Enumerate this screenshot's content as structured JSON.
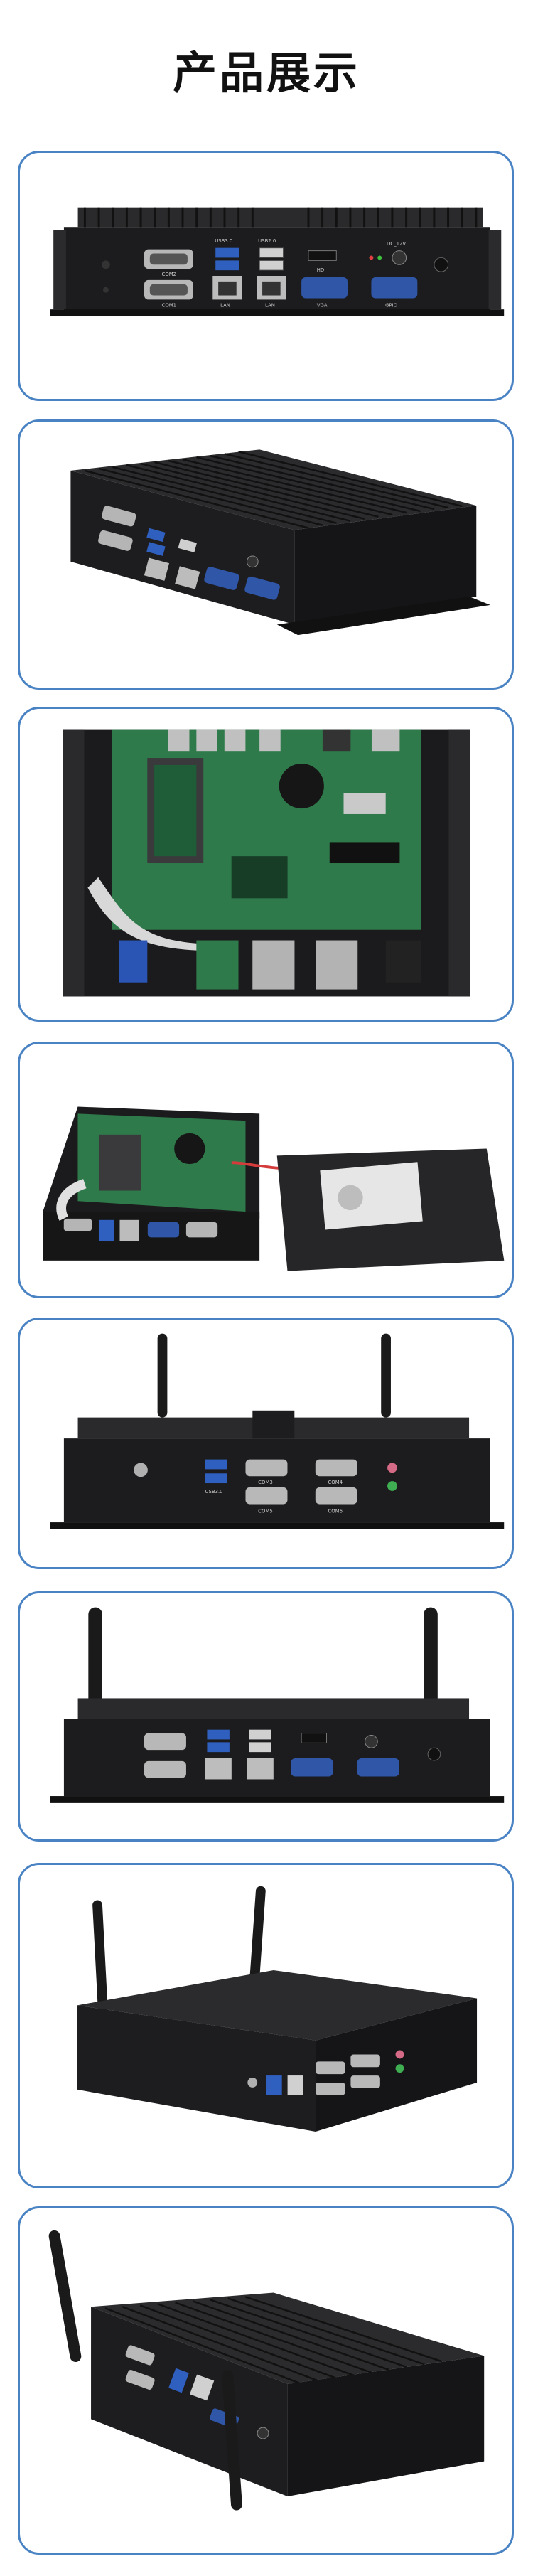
{
  "page": {
    "title": "产品展示"
  },
  "labels": {
    "com1": "COM1",
    "com2": "COM2",
    "com3": "COM3",
    "com4": "COM4",
    "com5": "COM5",
    "com6": "COM6",
    "usb2": "USB2.0",
    "usb3": "USB3.0",
    "lan": "LAN",
    "vga": "VGA",
    "hdmi": "HD",
    "dc12v": "DC_12V",
    "gpio": "GPIO"
  },
  "colors": {
    "accent_border": "#4a83c4",
    "case": "#1c1c1e",
    "pcb": "#2f7a4a",
    "usb3": "#2f5fbf",
    "vga": "#3056a8",
    "audio_green": "#3fae52",
    "audio_pink": "#d46a86"
  }
}
